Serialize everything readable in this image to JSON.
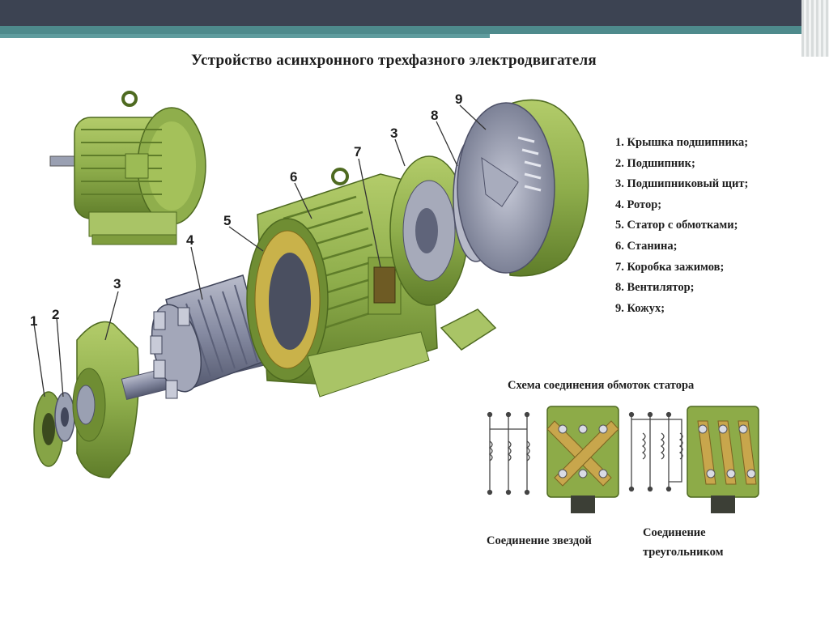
{
  "title": "Устройство асинхронного трехфазного электродвигателя",
  "legend": [
    "1. Крышка подшипника;",
    "2. Подшипник;",
    "3. Подшипниковый щит;",
    "4. Ротор;",
    "5. Статор с обмотками;",
    "6. Станина;",
    "7. Коробка зажимов;",
    "8. Вентилятор;",
    "9. Кожух;"
  ],
  "callouts": {
    "n1": "1",
    "n2": "2",
    "n3a": "3",
    "n3b": "3",
    "n4": "4",
    "n5": "5",
    "n6": "6",
    "n7": "7",
    "n8": "8",
    "n9": "9"
  },
  "scheme": {
    "title": "Схема соединения обмоток статора",
    "star": "Соединение звездой",
    "triangle_line1": "Соединение",
    "triangle_line2": "треугольником"
  },
  "colors": {
    "motor_green": "#93b24f",
    "motor_dark": "#5f7d2a",
    "rotor_steel": "#8a8fa6",
    "winding": "#c9b24a"
  }
}
